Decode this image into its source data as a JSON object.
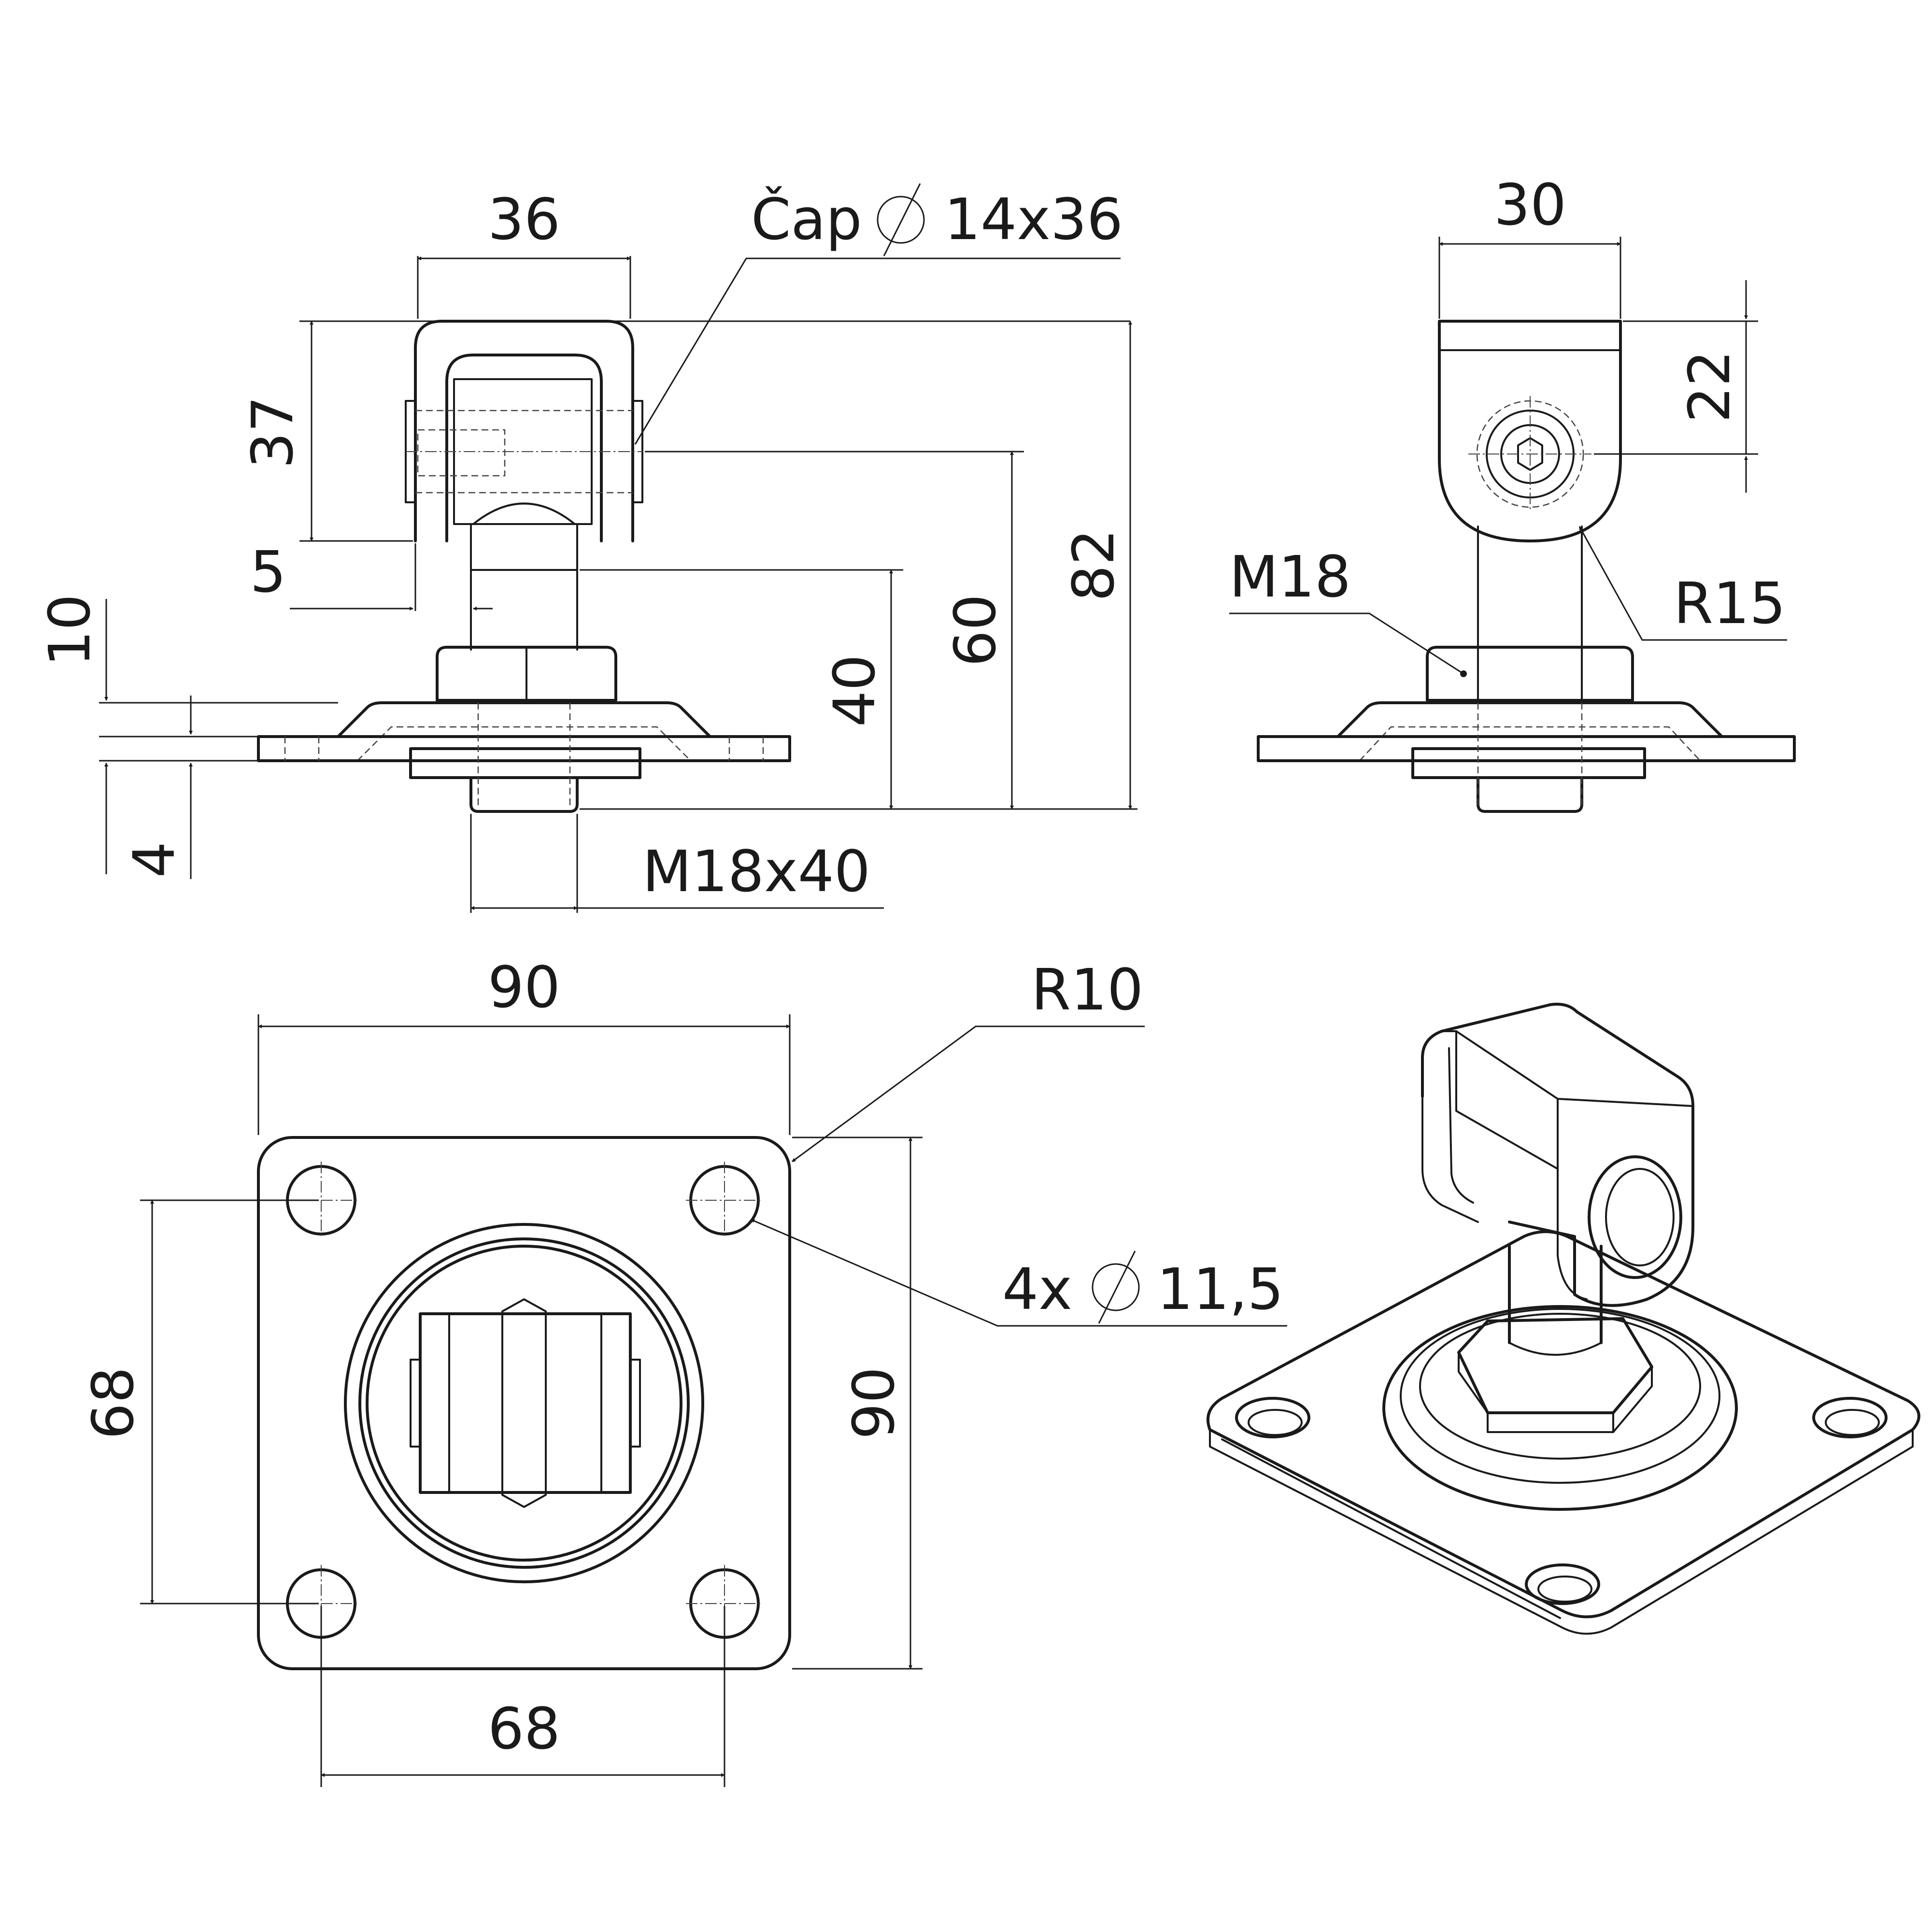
{
  "side_view": {
    "dim_width": "36",
    "dim_pin_label": "Čap",
    "dim_pin_size": "14x36",
    "dim_upper_height": "37",
    "dim_offset": "5",
    "dim_base_top": "10",
    "dim_plate_thickness": "4",
    "dim_threaded_height": "40",
    "dim_pin_height": "60",
    "dim_total_height": "82",
    "dim_thread": "M18x40"
  },
  "end_view": {
    "dim_width": "30",
    "dim_height": "22",
    "dim_thread": "M18",
    "dim_radius": "R15"
  },
  "top_view": {
    "dim_width": "90",
    "dim_height": "90",
    "dim_hole_spacing_x": "68",
    "dim_hole_spacing_y": "68",
    "dim_corner_radius": "R10",
    "dim_holes_count": "4x",
    "dim_hole_diameter": "11,5"
  },
  "iso_view": {
    "shown": true
  }
}
